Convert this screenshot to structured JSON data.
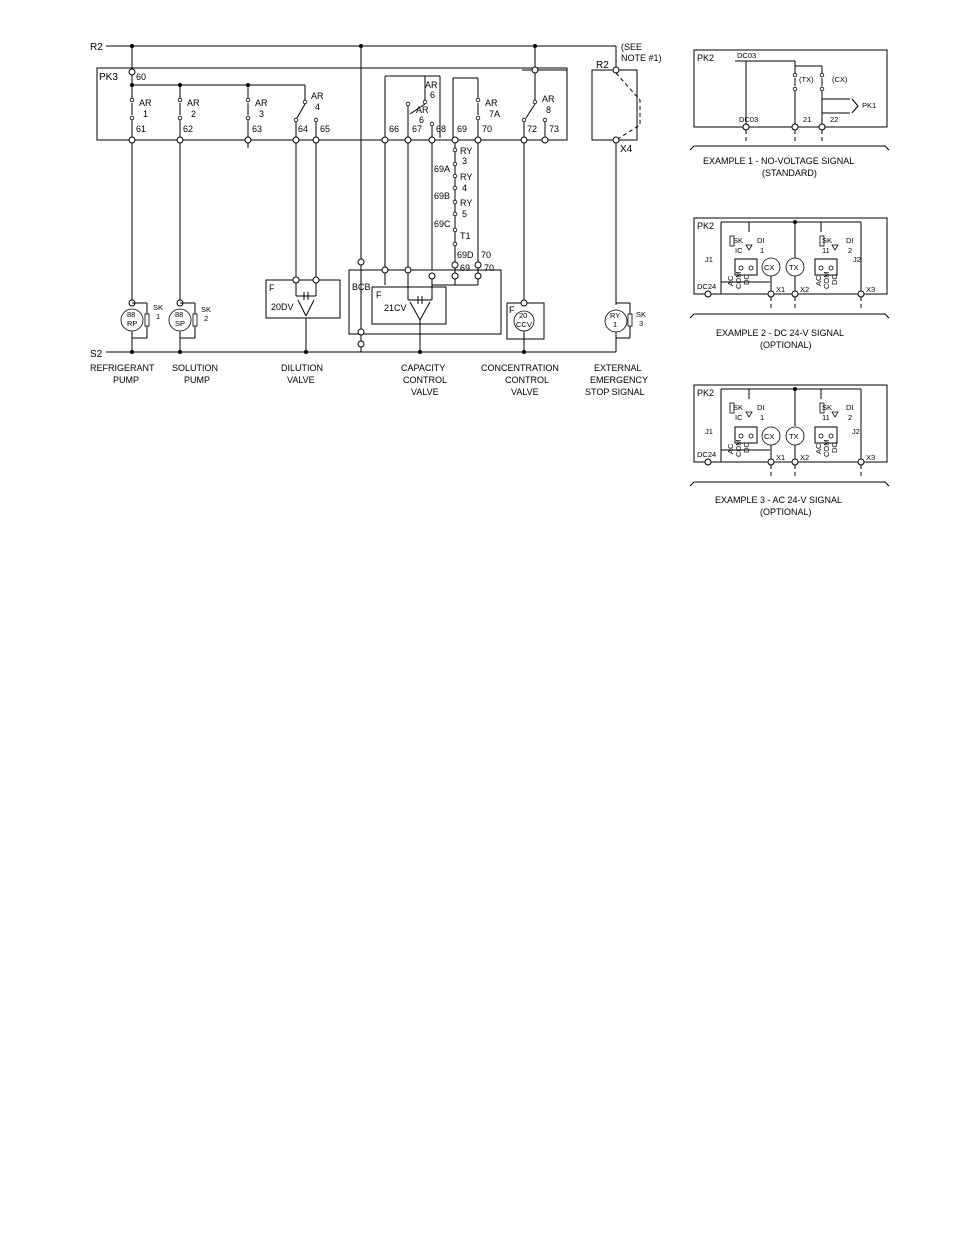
{
  "main": {
    "bus": {
      "r2": "R2",
      "s2": "S2",
      "pk3": "PK3",
      "bcb": "BCB",
      "f": "F",
      "r2_right": "R2",
      "x4": "X4",
      "note": [
        "(SEE",
        "NOTE #1)"
      ]
    },
    "terminals": [
      "60",
      "61",
      "62",
      "63",
      "64",
      "65",
      "66",
      "67",
      "68",
      "69",
      "70",
      "72",
      "73",
      "69",
      "70"
    ],
    "contacts": [
      {
        "a": "AR",
        "b": "1"
      },
      {
        "a": "AR",
        "b": "2"
      },
      {
        "a": "AR",
        "b": "3"
      },
      {
        "a": "AR",
        "b": "4"
      },
      {
        "a": "AR",
        "b": "6"
      },
      {
        "a": "AR",
        "b": "6"
      },
      {
        "a": "AR",
        "b": "7A"
      },
      {
        "a": "AR",
        "b": "8"
      }
    ],
    "chain": [
      {
        "a": "RY",
        "b": "3"
      },
      {
        "a": "RY",
        "b": "4"
      },
      {
        "a": "RY",
        "b": "5"
      },
      {
        "a": "T1",
        "b": ""
      }
    ],
    "chain_labels": [
      "69A",
      "69B",
      "69C",
      "69D",
      "70"
    ],
    "devices": {
      "rp": {
        "a": "88",
        "b": "RP",
        "sk": "SK",
        "n": "1"
      },
      "sp": {
        "a": "88",
        "b": "SP",
        "sk": "SK",
        "n": "2"
      },
      "dv": "20DV",
      "cv": "21CV",
      "ccv": {
        "a": "20",
        "b": "CCV"
      },
      "ry": {
        "a": "RY",
        "b": "1",
        "sk": "SK",
        "n": "3"
      }
    },
    "captions": {
      "refrigerant": [
        "REFRIGERANT",
        "PUMP"
      ],
      "solution": [
        "SOLUTION",
        "PUMP"
      ],
      "dilution": [
        "DILUTION",
        "VALVE"
      ],
      "capacity": [
        "CAPACITY",
        "CONTROL",
        "VALVE"
      ],
      "concentration": [
        "CONCENTRATION",
        "CONTROL",
        "VALVE"
      ],
      "external": [
        "EXTERNAL",
        "EMERGENCY",
        "STOP SIGNAL"
      ]
    }
  },
  "example1": {
    "pk": "PK2",
    "dc_top": "DC03",
    "dc_bottom": "DC03",
    "tx": "(TX)",
    "cx": "(CX)",
    "pk1": "PK1",
    "t21": "21",
    "t22": "22",
    "caption": [
      "EXAMPLE 1 - NO-VOLTAGE SIGNAL",
      "(STANDARD)"
    ]
  },
  "example2": {
    "pk": "PK2",
    "j1": "J1",
    "j2": "J2",
    "sk": "SK",
    "di": "DI",
    "ic": "IC",
    "n1": "1",
    "n11": "11",
    "n2": "2",
    "cx": "CX",
    "tx": "TX",
    "dc24": "DC24",
    "x1": "X1",
    "x2": "X2",
    "x3": "X3",
    "pins": [
      "AC",
      "COM",
      "DC"
    ],
    "caption": [
      "EXAMPLE 2 - DC 24-V SIGNAL",
      "(OPTIONAL)"
    ]
  },
  "example3": {
    "pk": "PK2",
    "j1": "J1",
    "j2": "J2",
    "sk": "SK",
    "di": "DI",
    "ic": "IC",
    "n1": "1",
    "n11": "11",
    "n2": "2",
    "cx": "CX",
    "tx": "TX",
    "dc24": "DC24",
    "x1": "X1",
    "x2": "X2",
    "x3": "X3",
    "pins": [
      "AC",
      "COM",
      "DC"
    ],
    "caption": [
      "EXAMPLE 3 - AC 24-V SIGNAL",
      "(OPTIONAL)"
    ]
  }
}
